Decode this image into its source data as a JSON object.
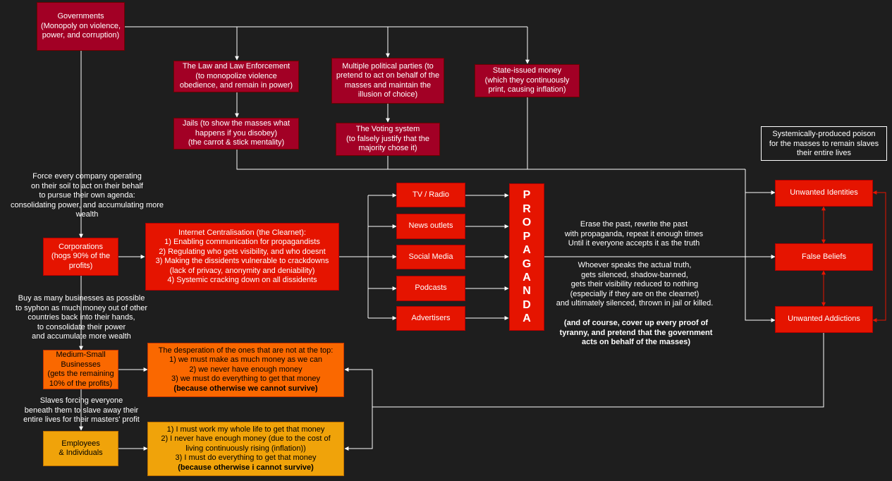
{
  "colors": {
    "background": "#1e1e1e",
    "government_fill": "#a20025",
    "red_fill": "#e51400",
    "orange_fill": "#fa6800",
    "amber_fill": "#f0a30a",
    "connector_white": "#ffffff",
    "connector_red": "#e51400"
  },
  "nodes": {
    "governments": [
      "Governments",
      "(Monopoly on violence,",
      "power, and corruption)"
    ],
    "law": [
      "The Law and Law Enforcement",
      "(to monopolize violence",
      "obedience, and remain in power)"
    ],
    "jails": [
      "Jails (to show the masses what",
      "happens if you disobey)",
      "(the carrot & stick mentality)"
    ],
    "parties": [
      "Multiple political parties (to",
      "pretend to act on behalf of the",
      "masses and maintain the",
      "illusion of choice)"
    ],
    "voting": [
      "The Voting system",
      "(to falsely justify that the",
      "majority chose it)"
    ],
    "money": [
      "State-issued money",
      "(which they continuously",
      "print, causing inflation)"
    ],
    "corporations": [
      "Corporations",
      "(hogs 90% of the",
      "profits)"
    ],
    "internet": [
      "Internet Centralisation (the Clearnet):",
      "1) Enabling communication for propagandists",
      "2) Regulating who gets visibility, and who doesnt",
      "3) Making the dissidents vulnerable to crackdowns",
      "(lack of privacy, anonymity and deniability)",
      "4) Systemic cracking down on all dissidents"
    ],
    "tv": "TV / Radio",
    "news": "News outlets",
    "social": "Social Media",
    "podcasts": "Podcasts",
    "advertisers": "Advertisers",
    "propaganda_letters": [
      "P",
      "R",
      "O",
      "P",
      "A",
      "G",
      "A",
      "N",
      "D",
      "A"
    ],
    "identities": "Unwanted Identities",
    "beliefs": "False Beliefs",
    "addictions": "Unwanted Addictions",
    "medium": [
      "Medium-Small",
      "Businesses",
      "(gets the remaining",
      "10% of the profits)"
    ],
    "employees": [
      "Employees",
      "& Individuals"
    ],
    "desperation_top": {
      "lines": [
        "The desperation of the ones that are not at the top:",
        "1) we must make as much money as we can",
        "2) we never have enough money",
        "3) we must do everything to get that money"
      ],
      "bold": "(because otherwise we cannot survive)"
    },
    "desperation_bottom": {
      "lines": [
        "1) I must work my whole life to get that money",
        "2) I never have enough money (due to the cost of",
        "living continuously rising (inflation))",
        "3) I must do everything to get that money"
      ],
      "bold": "(because otherwise i cannot survive)"
    }
  },
  "labels": {
    "poison": [
      "Systemically-produced poison",
      "for the masses to remain slaves",
      "their entire lives"
    ],
    "force": [
      "Force every company operating",
      "on their soil to act on their behalf",
      "to pursue their own agenda:",
      "consolidating power, and accumulating more wealth"
    ],
    "buy": [
      "Buy as many businesses as possible",
      "to syphon as much money out of other",
      "countries back into their hands,",
      "to consolidate their power",
      "and accumulate more wealth"
    ],
    "slaves": [
      "Slaves forcing everyone",
      "beneath them to slave away their",
      "entire lives for their masters' profit"
    ],
    "erase": [
      "Erase the past, rewrite the past",
      "with propaganda, repeat it enough times",
      "Until it everyone accepts it as the truth"
    ],
    "whoever": [
      "Whoever speaks the actual truth,",
      "gets silenced, shadow-banned,",
      "gets their visibility reduced to nothing",
      "(especially if they are on the clearnet)",
      "and ultimately silenced, thrown in jail or killed."
    ],
    "cover": [
      "(and of course, cover up every proof of",
      "tyranny, and pretend that the government",
      "acts on behalf of the masses)"
    ]
  }
}
